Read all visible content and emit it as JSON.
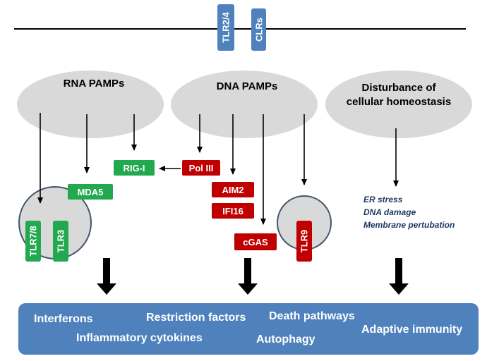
{
  "membrane_receptors": [
    "TLR2/4",
    "CLRs"
  ],
  "sources": {
    "rna": "RNA PAMPs",
    "dna": "DNA PAMPs",
    "homeostasis_line1": "Disturbance of",
    "homeostasis_line2": "cellular homeostasis"
  },
  "sensors": {
    "rigi": "RIG-I",
    "mda5": "MDA5",
    "pol3": "Pol III",
    "aim2": "AIM2",
    "ifi16": "IFI16",
    "cgas": "cGAS",
    "tlr78": "TLR7/8",
    "tlr3": "TLR3",
    "tlr9": "TLR9"
  },
  "stress_signals": [
    "ER stress",
    "DNA damage",
    "Membrane pertubation"
  ],
  "outcomes": [
    "Interferons",
    "Restriction factors",
    "Death pathways",
    "Adaptive immunity",
    "Inflammatory cytokines",
    "Autophagy"
  ],
  "colors": {
    "green": "#22a94f",
    "red": "#c00000",
    "blue": "#4f81bd",
    "ellipse": "#d9d9d9"
  }
}
